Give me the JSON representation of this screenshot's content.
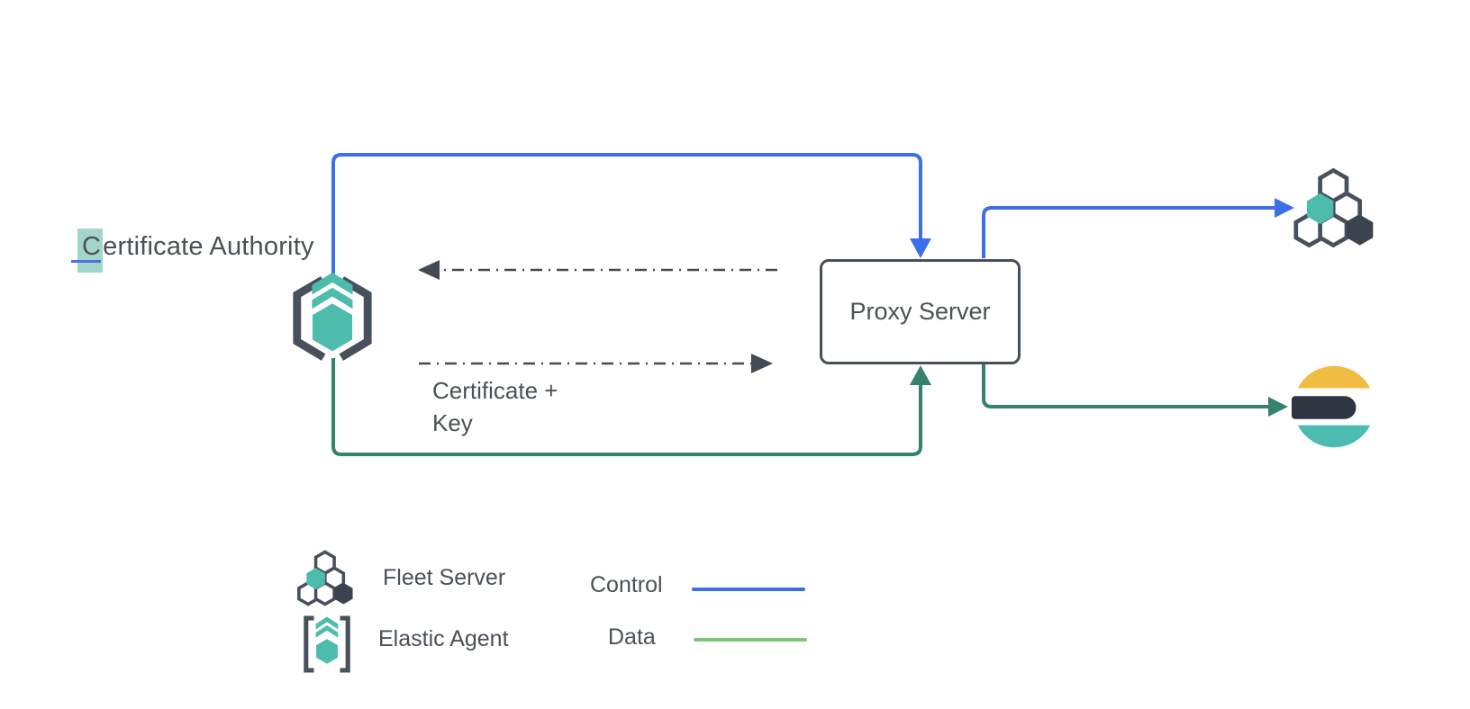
{
  "diagram": {
    "certificate_authority": {
      "first_letter": "C",
      "rest": "ertificate Authority"
    },
    "proxy_server_label": "Proxy Server",
    "cert_key_line1": "Certificate +",
    "cert_key_line2": "Key"
  },
  "legend": {
    "fleet_server_label": "Fleet Server",
    "elastic_agent_label": "Elastic Agent",
    "control_label": "Control",
    "data_label": "Data"
  },
  "icons": {
    "elastic_agent": "elastic-agent-icon",
    "fleet_server": "fleet-server-icon",
    "elasticsearch": "elasticsearch-icon"
  },
  "colors": {
    "control_blue": "#3d6fe8",
    "data_green_diagram": "#35836c",
    "data_green_legend": "#7cc57b",
    "dash_arrow_gray": "#434a54",
    "outline_dark": "#47505c",
    "teal": "#4dbcac",
    "text_gray": "#4a5158",
    "highlight_teal": "#a3d5ca",
    "highlight_underline_blue": "#4a6de8",
    "elastic_yellow": "#f1bc43",
    "elastic_dark": "#2f3641",
    "elastic_teal": "#4cbcb0"
  }
}
